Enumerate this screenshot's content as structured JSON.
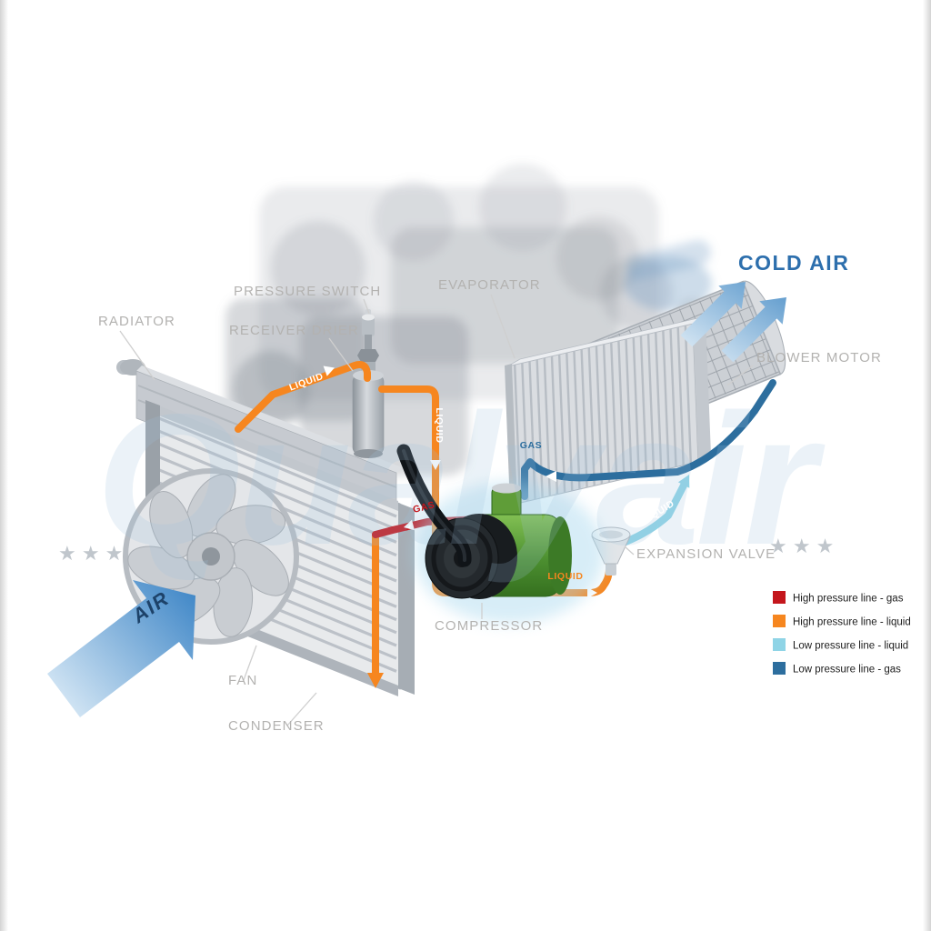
{
  "watermark": {
    "text": "Qualyair",
    "stars_left": "★ ★ ★",
    "stars_right": "★ ★ ★"
  },
  "air_flow": {
    "cold_air": "COLD AIR",
    "air_in": "AIR"
  },
  "component_labels": {
    "radiator": "RADIATOR",
    "pressure_switch": "PRESSURE SWITCH",
    "receiver_drier": "RECEIVER DRIER",
    "evaporator": "EVAPORATOR",
    "blower_motor": "BLOWER MOTOR",
    "expansion_valve": "EXPANSION VALVE",
    "compressor": "COMPRESSOR",
    "fan": "FAN",
    "condenser": "CONDENSER"
  },
  "flow_labels": {
    "drier_in": "LIQUID",
    "drier_out": "LIQUID",
    "valve_in": "LIQUID",
    "valve_out": "LIQUID",
    "evaporator_out": "GAS",
    "compressor_out": "GAS"
  },
  "legend": {
    "items": [
      {
        "color": "#c4161c",
        "label": "High pressure line - gas"
      },
      {
        "color": "#f6861f",
        "label": "High pressure line - liquid"
      },
      {
        "color": "#8fd4e6",
        "label": "Low pressure line - liquid"
      },
      {
        "color": "#2d6e9e",
        "label": "Low pressure line - gas"
      }
    ]
  },
  "colors": {
    "high_gas": "#c4161c",
    "high_liquid": "#f6861f",
    "low_liquid": "#8fd4e6",
    "low_gas": "#2d6e9e",
    "cold_air_blue": "#2d6fad"
  }
}
